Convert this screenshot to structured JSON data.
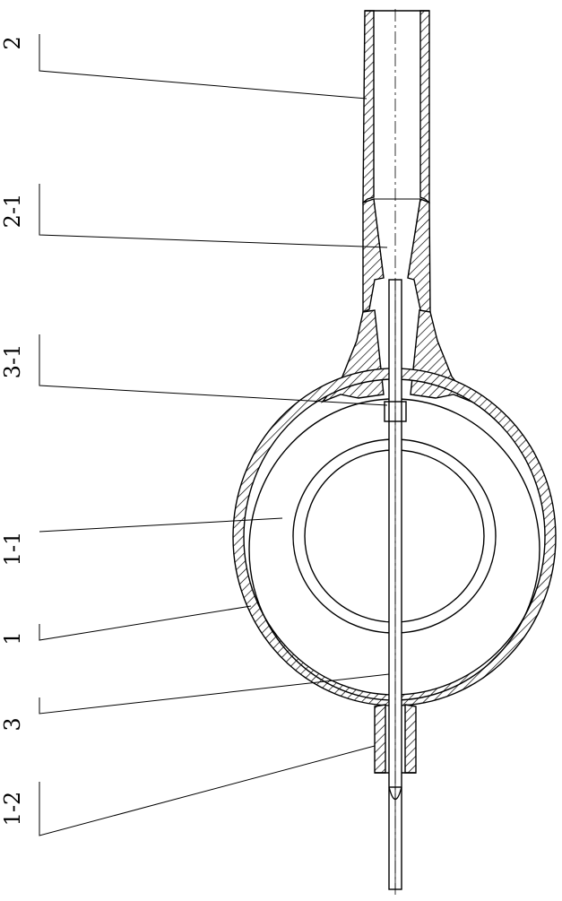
{
  "labels": {
    "l2": "2",
    "l2_1": "2-1",
    "l3_1": "3-1",
    "l1_1": "1-1",
    "l1": "1",
    "l3": "3",
    "l1_2": "1-2"
  },
  "colors": {
    "line": "#000000",
    "background": "#ffffff"
  }
}
